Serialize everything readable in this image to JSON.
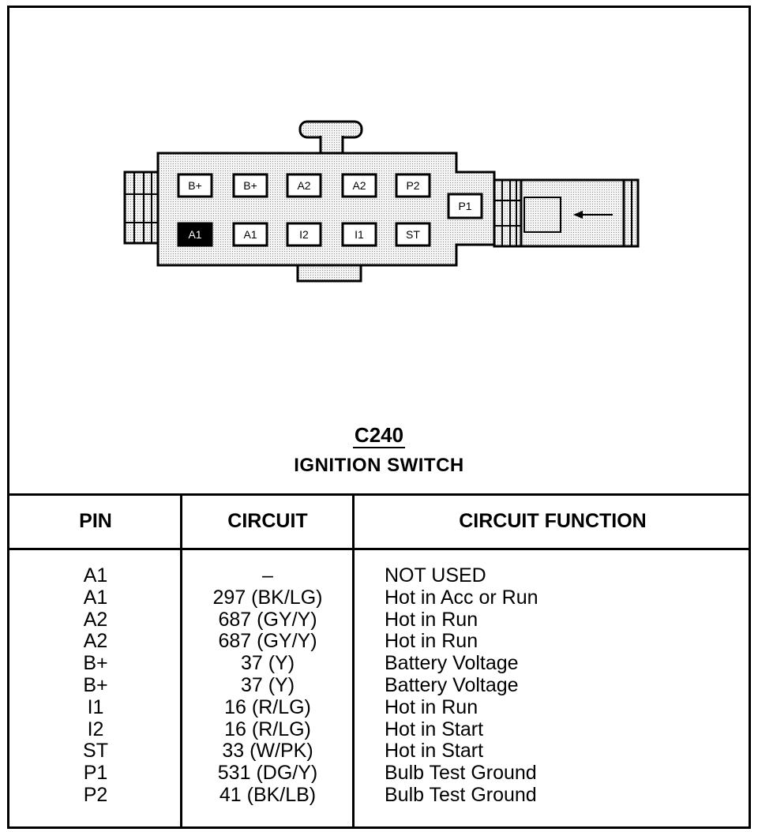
{
  "connector": {
    "code": "C240",
    "name": "IGNITION SWITCH",
    "top_row_pins": [
      "B+",
      "B+",
      "A2",
      "A2",
      "P2"
    ],
    "bottom_row_pins": [
      "A1",
      "A1",
      "I2",
      "I1",
      "ST"
    ],
    "side_pin": "P1"
  },
  "table": {
    "headers": {
      "pin": "PIN",
      "circuit": "CIRCUIT",
      "function": "CIRCUIT FUNCTION"
    },
    "rows": [
      {
        "pin": "A1",
        "circuit": "–",
        "function": "NOT USED"
      },
      {
        "pin": "A1",
        "circuit": "297 (BK/LG)",
        "function": "Hot in Acc or Run"
      },
      {
        "pin": "A2",
        "circuit": "687 (GY/Y)",
        "function": "Hot in Run"
      },
      {
        "pin": "A2",
        "circuit": "687 (GY/Y)",
        "function": "Hot in Run"
      },
      {
        "pin": "B+",
        "circuit": "37 (Y)",
        "function": "Battery Voltage"
      },
      {
        "pin": "B+",
        "circuit": "37 (Y)",
        "function": "Battery Voltage"
      },
      {
        "pin": "I1",
        "circuit": "16 (R/LG)",
        "function": "Hot in Run"
      },
      {
        "pin": "I2",
        "circuit": "16 (R/LG)",
        "function": "Hot in Start"
      },
      {
        "pin": "ST",
        "circuit": "33 (W/PK)",
        "function": "Hot in Start"
      },
      {
        "pin": "P1",
        "circuit": "531 (DG/Y)",
        "function": "Bulb Test Ground"
      },
      {
        "pin": "P2",
        "circuit": "41 (BK/LB)",
        "function": "Bulb Test Ground"
      }
    ]
  }
}
